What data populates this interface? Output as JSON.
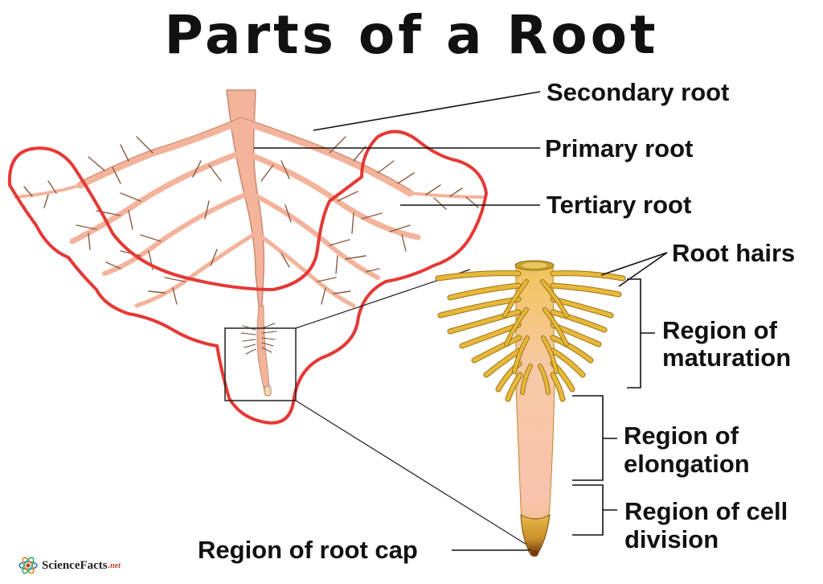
{
  "title": "Parts of a Root",
  "labels": {
    "secondary_root": "Secondary root",
    "primary_root": "Primary root",
    "tertiary_root": "Tertiary root",
    "root_hairs": "Root hairs",
    "maturation_1": "Region of",
    "maturation_2": "maturation",
    "elongation_1": "Region of",
    "elongation_2": "elongation",
    "cell_division_1": "Region of cell",
    "cell_division_2": "division",
    "root_cap": "Region of root cap"
  },
  "logo": {
    "name": "ScienceFacts",
    "suffix": ".net"
  },
  "colors": {
    "root": "#f4b39b",
    "root_stroke": "#c98a72",
    "hairs_fill": "#e8b83a",
    "hairs_stroke": "#9a7416",
    "outline": "#e53935",
    "cap": "#7a3a10"
  }
}
